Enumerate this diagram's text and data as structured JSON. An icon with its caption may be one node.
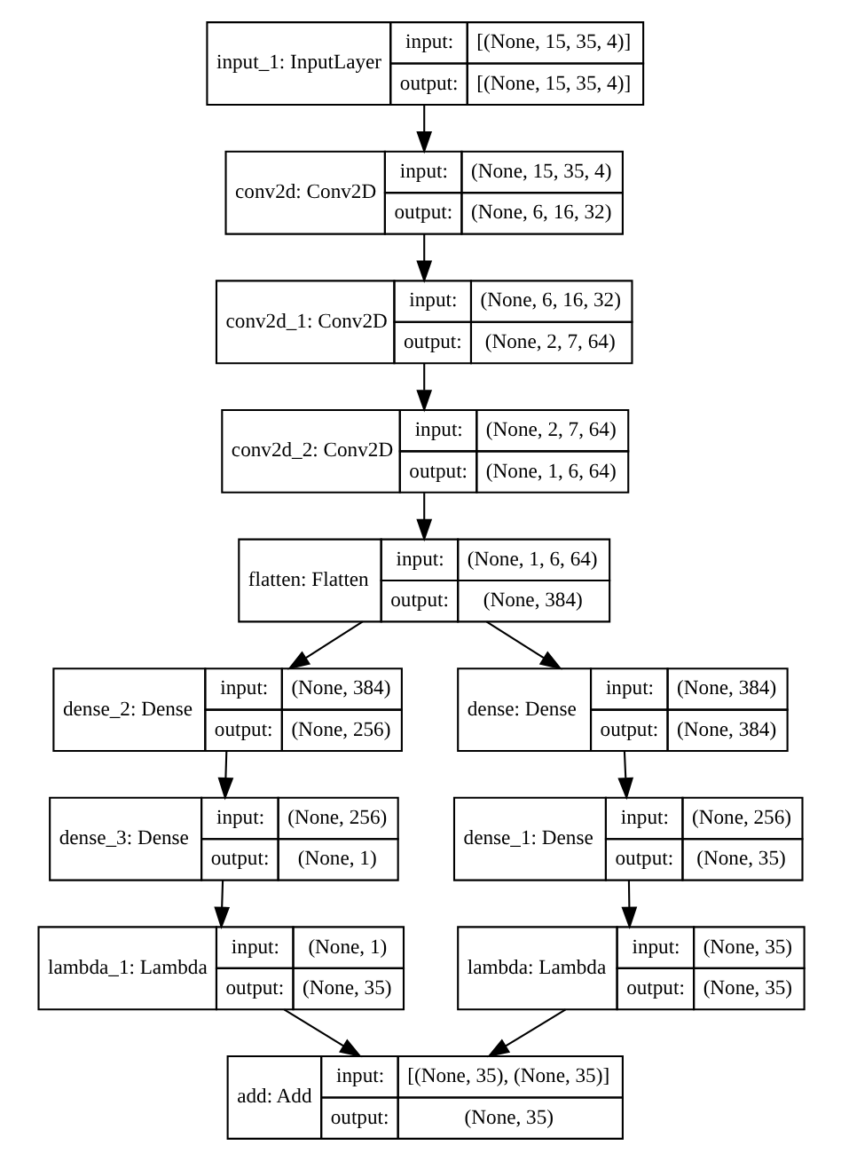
{
  "diagram": {
    "nodes": [
      {
        "text": [
          "input_1: InputLayer",
          "input:",
          "[(None, 15, 35, 4)]",
          "output:",
          "[(None, 15, 35, 4)]"
        ]
      },
      {
        "text": [
          "conv2d: Conv2D",
          "input:",
          "(None, 15, 35, 4)",
          "output:",
          "(None, 6, 16, 32)"
        ]
      },
      {
        "text": [
          "conv2d_1: Conv2D",
          "input:",
          "(None, 6, 16, 32)",
          "output:",
          "(None, 2, 7, 64)"
        ]
      },
      {
        "text": [
          "conv2d_2: Conv2D",
          "input:",
          "(None, 2, 7, 64)",
          "output:",
          "(None, 1, 6, 64)"
        ]
      },
      {
        "text": [
          "flatten: Flatten",
          "input:",
          "(None, 1, 6, 64)",
          "output:",
          "(None, 384)"
        ]
      },
      {
        "text": [
          "dense_2: Dense",
          "input:",
          "(None, 384)",
          "output:",
          "(None, 256)"
        ]
      },
      {
        "text": [
          "dense: Dense",
          "input:",
          "(None, 384)",
          "output:",
          "(None, 384)"
        ]
      },
      {
        "text": [
          "dense_3: Dense",
          "input:",
          "(None, 256)",
          "output:",
          "(None, 1)"
        ]
      },
      {
        "text": [
          "dense_1: Dense",
          "input:",
          "(None, 256)",
          "output:",
          "(None, 35)"
        ]
      },
      {
        "text": [
          "lambda_1: Lambda",
          "input:",
          "(None, 1)",
          "output:",
          "(None, 35)"
        ]
      },
      {
        "text": [
          "lambda: Lambda",
          "input:",
          "(None, 35)",
          "output:",
          "(None, 35)"
        ]
      },
      {
        "text": [
          "add: Add",
          "input:",
          "[(None, 35), (None, 35)]",
          "output:",
          "(None, 35)"
        ]
      }
    ],
    "edges": [
      {
        "from": 0,
        "to": 1,
        "arrow": "to"
      },
      {
        "from": 1,
        "to": 2,
        "arrow": "to"
      },
      {
        "from": 2,
        "to": 3,
        "arrow": "to"
      },
      {
        "from": 3,
        "to": 4,
        "arrow": "to"
      },
      {
        "from": 4,
        "to": 5,
        "arrow": "to"
      },
      {
        "from": 4,
        "to": 6,
        "arrow": "to"
      },
      {
        "from": 5,
        "to": 7,
        "arrow": "to"
      },
      {
        "from": 6,
        "to": 8,
        "arrow": "to"
      },
      {
        "from": 7,
        "to": 9,
        "arrow": "to"
      },
      {
        "from": 8,
        "to": 10,
        "arrow": "to"
      },
      {
        "from": 9,
        "to": 11,
        "arrow": "to"
      },
      {
        "from": 10,
        "to": 11,
        "arrow": "to"
      }
    ]
  }
}
